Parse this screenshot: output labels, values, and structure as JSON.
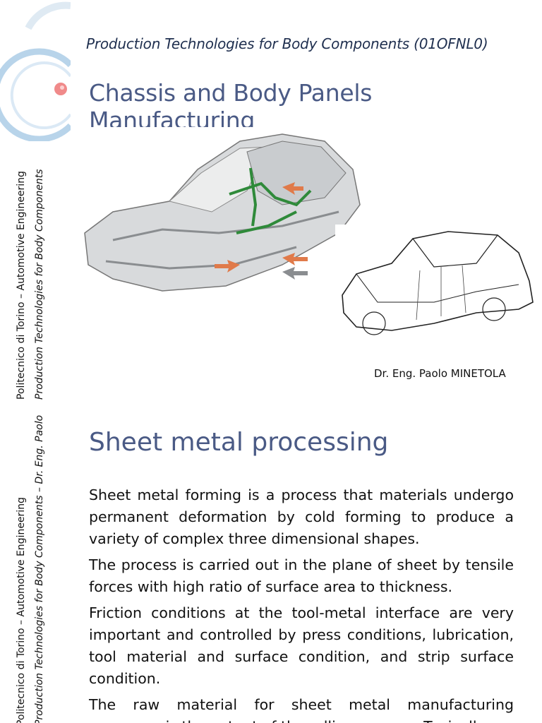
{
  "slide1": {
    "course": "Production Technologies for Body Components (01OFNL0)",
    "title": "Chassis and Body Panels Manufacturing",
    "sidebar_line1": "Politecnico di Torino – Automotive Engineering",
    "sidebar_line2": "Production Technologies for Body Components",
    "author": "Dr.  Eng.  Paolo MINETOLA",
    "colors": {
      "title": "#4a5a85",
      "accent": "#f08a8a",
      "ring": "#b8d4ea"
    }
  },
  "slide2": {
    "title": "Sheet metal processing",
    "sidebar_line1": "Politecnico di Torino – Automotive Engineering",
    "sidebar_line2": "Production Technologies for Body Components – Dr. Eng. Paolo Minetola",
    "paragraphs": [
      "Sheet metal forming is a process that materials undergo permanent deformation by cold forming to produce a variety of complex three dimensional shapes.",
      "The process is carried out in the plane of sheet by tensile forces with high ratio of surface area to thickness.",
      "Friction conditions at the tool-metal interface are very important and controlled by press conditions, lubrication, tool material and surface condition, and strip surface condition.",
      "The raw material for sheet metal manufacturing processes is the output of the rolling process. Typically"
    ]
  }
}
